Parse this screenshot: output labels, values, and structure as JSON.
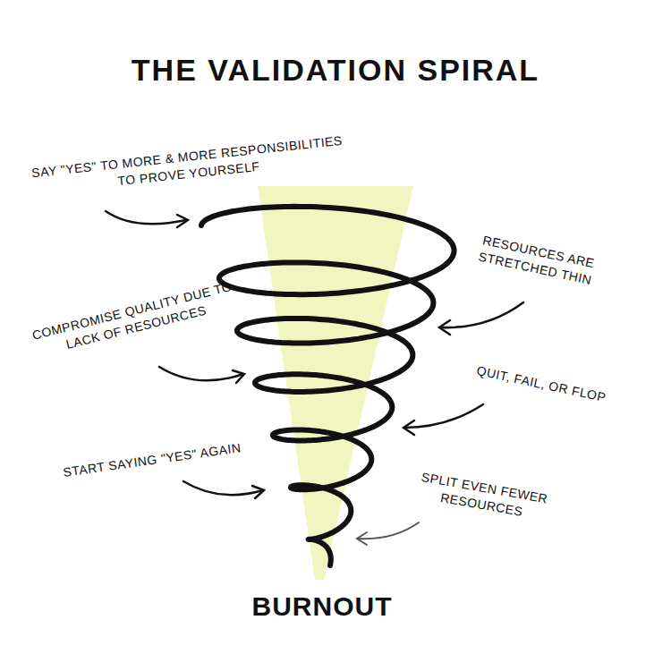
{
  "diagram": {
    "title": "THE VALIDATION SPIRAL",
    "labels": [
      "SAY \"YES\" TO MORE & MORE RESPONSIBILITIES TO PROVE YOURSELF",
      "RESOURCES ARE STRETCHED THIN",
      "COMPROMISE QUALITY DUE TO LACK OF RESOURCES",
      "QUIT, FAIL, OR FLOP",
      "START SAYING \"YES\" AGAIN",
      "SPLIT EVEN FEWER RESOURCES",
      "BURNOUT"
    ]
  }
}
